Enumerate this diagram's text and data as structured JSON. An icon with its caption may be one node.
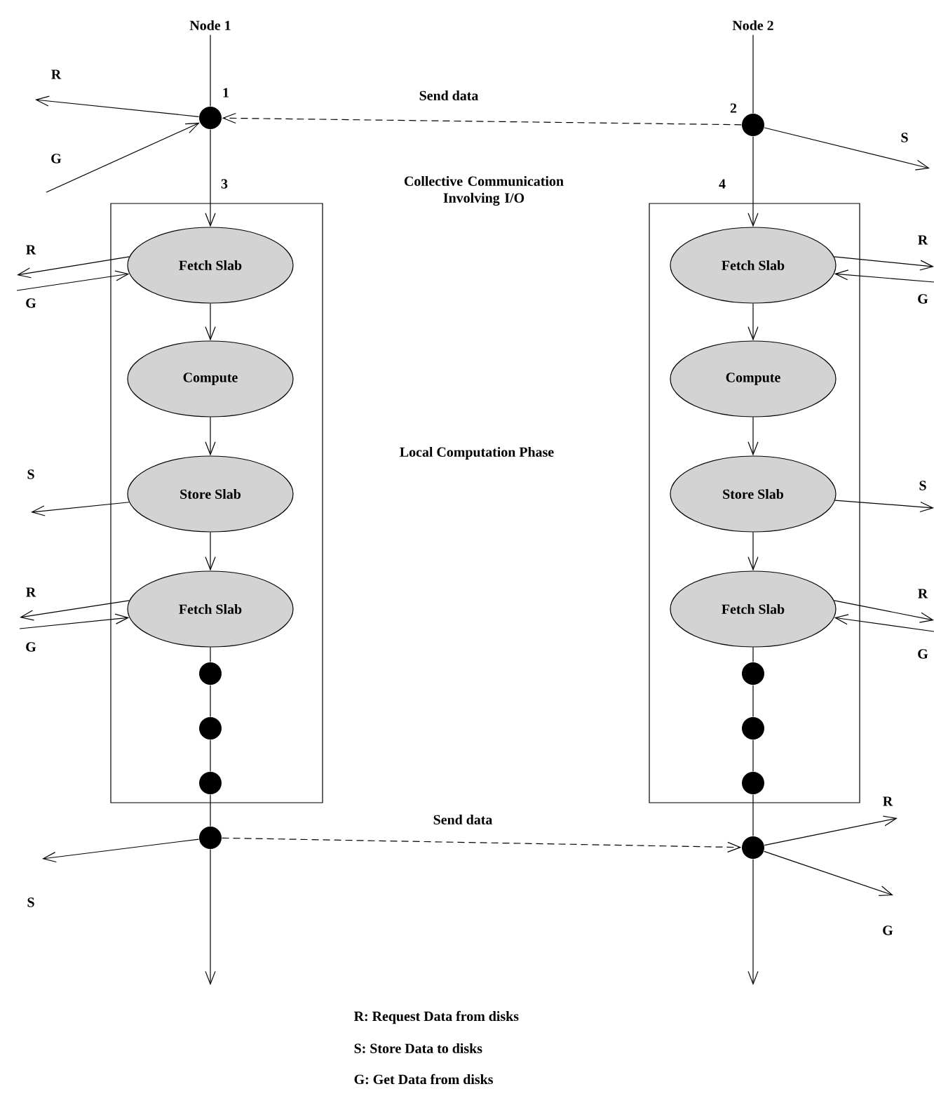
{
  "diagram": {
    "nodes": [
      {
        "text": [
          "Node 1"
        ]
      },
      {
        "text": [
          "Node 2"
        ]
      },
      {
        "text": [],
        "shape": "circle",
        "beside": [
          "1"
        ]
      },
      {
        "text": [],
        "shape": "circle",
        "beside": [
          "2"
        ]
      },
      {
        "text": [],
        "shape": "box"
      },
      {
        "text": [
          "Fetch Slab"
        ],
        "in": 4
      },
      {
        "text": [
          "Compute"
        ],
        "in": 4
      },
      {
        "text": [
          "Store Slab"
        ],
        "in": 4
      },
      {
        "text": [
          "Fetch Slab"
        ],
        "in": 4
      },
      {
        "text": [],
        "shape": "circle",
        "in": 4
      },
      {
        "text": [],
        "shape": "circle",
        "in": 4
      },
      {
        "text": [],
        "shape": "circle",
        "in": 4
      },
      {
        "text": [],
        "shape": "box"
      },
      {
        "text": [
          "Fetch Slab"
        ],
        "in": 12
      },
      {
        "text": [
          "Compute"
        ],
        "in": 12
      },
      {
        "text": [
          "Store Slab"
        ],
        "in": 12
      },
      {
        "text": [
          "Fetch Slab"
        ],
        "in": 12
      },
      {
        "text": [],
        "shape": "circle",
        "in": 12
      },
      {
        "text": [],
        "shape": "circle",
        "in": 12
      },
      {
        "text": [],
        "shape": "circle",
        "in": 12
      },
      {
        "text": [],
        "shape": "circle"
      },
      {
        "text": [],
        "shape": "circle"
      }
    ],
    "edges": [
      {
        "from": 0,
        "to": 2,
        "arrow": "none"
      },
      {
        "from": 1,
        "to": 3,
        "arrow": "none"
      },
      {
        "from": 3,
        "to": 2,
        "arrow": "to",
        "style": "dashed",
        "label": "Send data"
      },
      {
        "from": 2,
        "to": null,
        "arrow": "to",
        "label": "R"
      },
      {
        "from": null,
        "to": 2,
        "arrow": "to",
        "label": "G"
      },
      {
        "from": 3,
        "to": null,
        "arrow": "to",
        "label": "S"
      },
      {
        "from": 2,
        "to": 5,
        "arrow": "to",
        "label": "3"
      },
      {
        "from": 3,
        "to": 13,
        "arrow": "to",
        "label": "4"
      },
      {
        "from": 5,
        "to": 6,
        "arrow": "to"
      },
      {
        "from": 6,
        "to": 7,
        "arrow": "to"
      },
      {
        "from": 7,
        "to": 8,
        "arrow": "to"
      },
      {
        "from": 8,
        "to": 9,
        "arrow": "none"
      },
      {
        "from": 9,
        "to": 10,
        "arrow": "none"
      },
      {
        "from": 10,
        "to": 11,
        "arrow": "none"
      },
      {
        "from": 11,
        "to": 20,
        "arrow": "none"
      },
      {
        "from": 20,
        "to": null,
        "arrow": "to"
      },
      {
        "from": 5,
        "to": null,
        "arrow": "to",
        "label": "R"
      },
      {
        "from": null,
        "to": 5,
        "arrow": "to",
        "label": "G"
      },
      {
        "from": 7,
        "to": null,
        "arrow": "to",
        "label": "S"
      },
      {
        "from": 8,
        "to": null,
        "arrow": "to",
        "label": "R"
      },
      {
        "from": null,
        "to": 8,
        "arrow": "to",
        "label": "G"
      },
      {
        "from": 20,
        "to": null,
        "arrow": "to",
        "label": "S"
      },
      {
        "from": 20,
        "to": 21,
        "arrow": "to",
        "style": "dashed",
        "label": "Send data"
      },
      {
        "from": 13,
        "to": 14,
        "arrow": "to"
      },
      {
        "from": 14,
        "to": 15,
        "arrow": "to"
      },
      {
        "from": 15,
        "to": 16,
        "arrow": "to"
      },
      {
        "from": 16,
        "to": 17,
        "arrow": "none"
      },
      {
        "from": 17,
        "to": 18,
        "arrow": "none"
      },
      {
        "from": 18,
        "to": 19,
        "arrow": "none"
      },
      {
        "from": 19,
        "to": 21,
        "arrow": "none"
      },
      {
        "from": 21,
        "to": null,
        "arrow": "to"
      },
      {
        "from": 13,
        "to": null,
        "arrow": "to",
        "label": "R"
      },
      {
        "from": null,
        "to": 13,
        "arrow": "to",
        "label": "G"
      },
      {
        "from": 15,
        "to": null,
        "arrow": "to",
        "label": "S"
      },
      {
        "from": 16,
        "to": null,
        "arrow": "to",
        "label": "R"
      },
      {
        "from": null,
        "to": 16,
        "arrow": "to",
        "label": "G"
      },
      {
        "from": 21,
        "to": null,
        "arrow": "to",
        "label": "R"
      },
      {
        "from": 21,
        "to": null,
        "arrow": "to",
        "label": "G"
      }
    ],
    "labels": [
      "Collective Communication Involving I/O",
      "Local Computation Phase",
      "R: Request Data from disks",
      "S: Store Data to disks",
      "G: Get Data from disks"
    ]
  }
}
